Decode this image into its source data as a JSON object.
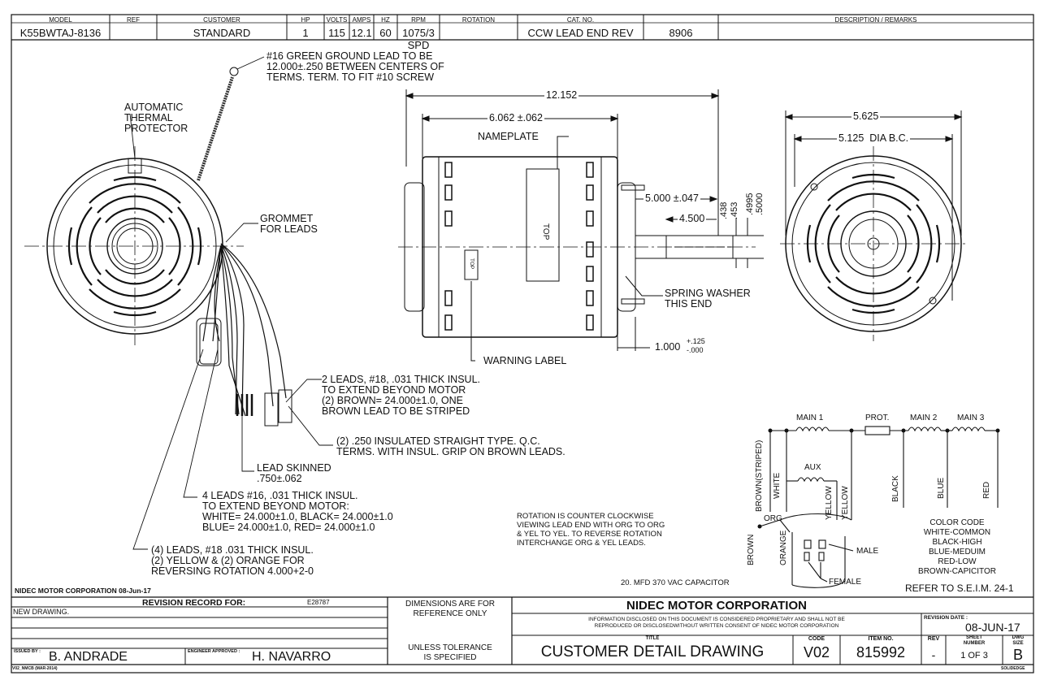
{
  "title_block_top": {
    "headers": [
      "MODEL",
      "REF",
      "CUSTOMER",
      "HP",
      "VOLTS",
      "AMPS",
      "HZ",
      "RPM",
      "ROTATION",
      "CAT. NO.",
      "DESCRIPTION / REMARKS"
    ],
    "values": [
      "K55BWTAJ-8136",
      "",
      "STANDARD",
      "1",
      "115",
      "12.1",
      "60",
      "1075/3 SPD",
      "CCW LEAD END REV",
      "8906",
      ""
    ]
  },
  "notes": {
    "ground": "#16 GREEN GROUND LEAD TO BE\n12.000±.250 BETWEEN CENTERS OF\nTERMS. TERM. TO FIT #10 SCREW",
    "thermal": "AUTOMATIC\nTHERMAL\nPROTECTOR",
    "grommet": "GROMMET\nFOR LEADS",
    "nameplate": "NAMEPLATE",
    "warning": "WARNING LABEL",
    "spring": "SPRING WASHER\nTHIS END",
    "two_leads": "2 LEADS, #18, .031 THICK INSUL.\nTO EXTEND BEYOND MOTOR\n(2) BROWN= 24.000±1.0, ONE\nBROWN LEAD TO BE STRIPED",
    "qc": "(2) .250 INSULATED STRAIGHT TYPE. Q.C.\nTERMS. WITH INSUL. GRIP ON BROWN LEADS.",
    "skinned": "LEAD SKINNED\n.750±.062",
    "four_leads": "4 LEADS #16, .031 THICK INSUL.\nTO EXTEND BEYOND MOTOR:\nWHITE= 24.000±1.0, BLACK= 24.000±1.0\nBLUE= 24.000±1.0, RED= 24.000±1.0",
    "four_leads_18": "(4) LEADS, #18 .031 THICK INSUL.\n(2) YELLOW & (2) ORANGE FOR\nREVERSING ROTATION 4.000+2-0",
    "rotation": "ROTATION IS COUNTER CLOCKWISE\nVIEWING LEAD END WITH ORG TO ORG\n& YEL TO YEL. TO REVERSE ROTATION\nINTERCHANGE ORG & YEL LEADS.",
    "capacitor": "20. MFD 370 VAC CAPACITOR",
    "color_code": "COLOR CODE\nWHITE-COMMON\nBLACK-HIGH\nBLUE-MEDUIM\nRED-LOW\nBROWN-CAPICITOR",
    "seim": "REFER TO S.E.I.M. 24-1",
    "corp_date": "NIDEC MOTOR CORPORATION 08-Jun-17"
  },
  "dims": {
    "d12152": "12.152",
    "d6062": "6.062 ±.062",
    "d5000": "5.000 ±.047",
    "d4500": "4.500",
    "d438": ".438",
    "d453": ".453",
    "d4995": ".4995",
    "d5000b": ".5000",
    "d1000": "1.000",
    "d1000tol_up": "+.125",
    "d1000tol_dn": "-.000",
    "d5625": "5.625",
    "d5125": "5.125  DIA B.C.",
    "top_label": "TOP"
  },
  "wiring": {
    "main1": "MAIN 1",
    "prot": "PROT.",
    "main2": "MAIN 2",
    "main3": "MAIN 3",
    "aux": "AUX",
    "brown_striped": "BROWN(STRIPED)",
    "white": "WHITE",
    "yellow1": "YELLOW",
    "yellow2": "YELLOW",
    "black": "BLACK",
    "blue": "BLUE",
    "red": "RED",
    "org": "ORG",
    "brown": "BROWN",
    "orange": "ORANGE",
    "male": "MALE",
    "female": "FEMALE"
  },
  "title_block": {
    "revision_record": "REVISION RECORD FOR:",
    "rev_num": "E28787",
    "new_drawing": "NEW DRAWING.",
    "dims_ref": "DIMENSIONS ARE FOR\nREFERENCE ONLY",
    "tolerance": "UNLESS TOLERANCE\nIS SPECIFIED",
    "issued_by_label": "ISSUED BY :",
    "issued_by": "B. ANDRADE",
    "engineer_label": "ENGINEER APPROVED :",
    "engineer": "H. NAVARRO",
    "company": "NIDEC MOTOR CORPORATION",
    "disclaimer": "INFORMATION DISCLOSED ON THIS DOCUMENT IS CONSIDERED PROPRIETARY AND SHALL NOT BE\nREPRODUCED OR DISCLOSEDWITHOUT WRITTEN CONSENT OF NIDEC MOTOR CORPORATION",
    "title_label": "TITLE",
    "title": "CUSTOMER  DETAIL  DRAWING",
    "code_label": "CODE",
    "code": "V02",
    "item_label": "ITEM NO.",
    "item": "815992",
    "rev_date_label": "REVISION DATE :",
    "rev_date": "08-JUN-17",
    "rev_label": "REV",
    "rev": "-",
    "sheet_label": "SHEET\nNUMBER",
    "sheet": "1  OF  3",
    "dwg_label": "DWG\nSIZE",
    "dwg": "B",
    "footer_left": "V02_NMCB (MAR-2014)",
    "footer_right": "SOLIDEDGE"
  }
}
